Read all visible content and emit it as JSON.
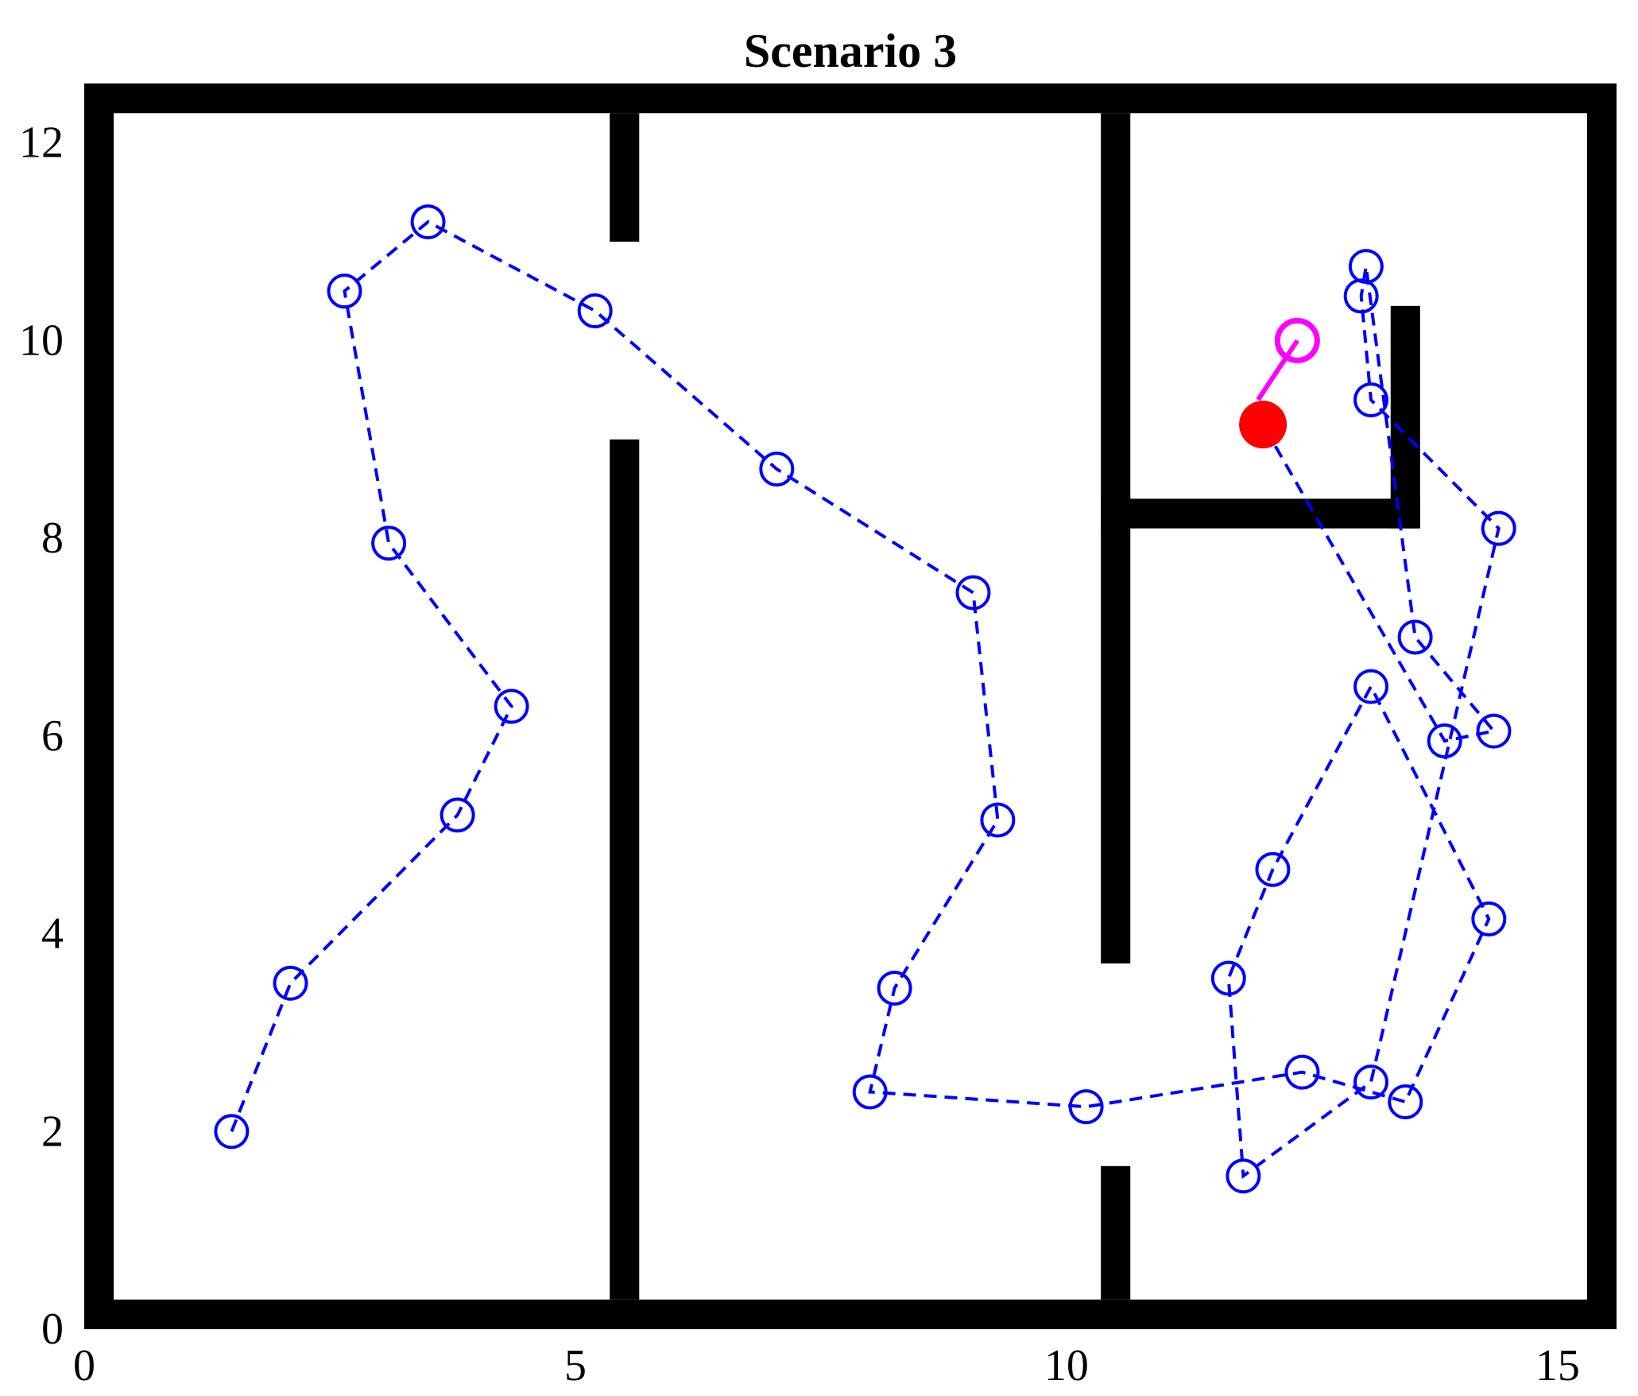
{
  "chart_data": {
    "type": "scatter",
    "title": "Scenario 3",
    "xlabel": "",
    "ylabel": "",
    "xlim": [
      0,
      15.6
    ],
    "ylim": [
      0,
      12.6
    ],
    "xticks": [
      0,
      5,
      10,
      15
    ],
    "yticks": [
      0,
      2,
      4,
      6,
      8,
      10,
      12
    ],
    "grid": false,
    "colors": {
      "walls": "#000000",
      "path": "#0000ff",
      "robot": "#ff0000",
      "target": "#ff00ff"
    },
    "walls": [
      {
        "x1": 0.0,
        "y1": 0.0,
        "x2": 15.6,
        "y2": 0.3
      },
      {
        "x1": 0.0,
        "y1": 12.3,
        "x2": 15.6,
        "y2": 12.6
      },
      {
        "x1": 0.0,
        "y1": 0.0,
        "x2": 0.3,
        "y2": 12.6
      },
      {
        "x1": 15.3,
        "y1": 0.0,
        "x2": 15.6,
        "y2": 12.6
      },
      {
        "x1": 5.35,
        "y1": 11.0,
        "x2": 5.65,
        "y2": 12.3
      },
      {
        "x1": 5.35,
        "y1": 0.3,
        "x2": 5.65,
        "y2": 9.0
      },
      {
        "x1": 10.35,
        "y1": 3.7,
        "x2": 10.65,
        "y2": 12.3
      },
      {
        "x1": 10.35,
        "y1": 0.3,
        "x2": 10.65,
        "y2": 1.65
      },
      {
        "x1": 10.35,
        "y1": 8.1,
        "x2": 13.6,
        "y2": 8.4
      },
      {
        "x1": 13.3,
        "y1": 8.1,
        "x2": 13.6,
        "y2": 10.35
      }
    ],
    "path": {
      "x": [
        1.5,
        2.1,
        3.8,
        4.35,
        3.1,
        2.65,
        3.5,
        5.2,
        7.05,
        9.05,
        9.3,
        8.25,
        8.0,
        10.2,
        12.4,
        13.45,
        14.3,
        13.1,
        12.1,
        11.65,
        11.8,
        13.1,
        14.4,
        13.1,
        13.0,
        13.05,
        13.55,
        14.35,
        13.85,
        12.0
      ],
      "y": [
        2.0,
        3.5,
        5.2,
        6.3,
        7.95,
        10.5,
        11.2,
        10.3,
        8.7,
        7.45,
        5.15,
        3.45,
        2.4,
        2.25,
        2.6,
        2.3,
        4.15,
        6.5,
        4.65,
        3.55,
        1.55,
        2.5,
        8.1,
        9.4,
        10.45,
        10.75,
        7.0,
        6.05,
        5.95,
        9.15
      ]
    },
    "robot": {
      "x": 12.0,
      "y": 9.15
    },
    "target": {
      "x": 12.35,
      "y": 10.0
    },
    "heading": {
      "x1": 12.35,
      "y1": 10.0,
      "x2": 11.95,
      "y2": 9.4
    }
  }
}
